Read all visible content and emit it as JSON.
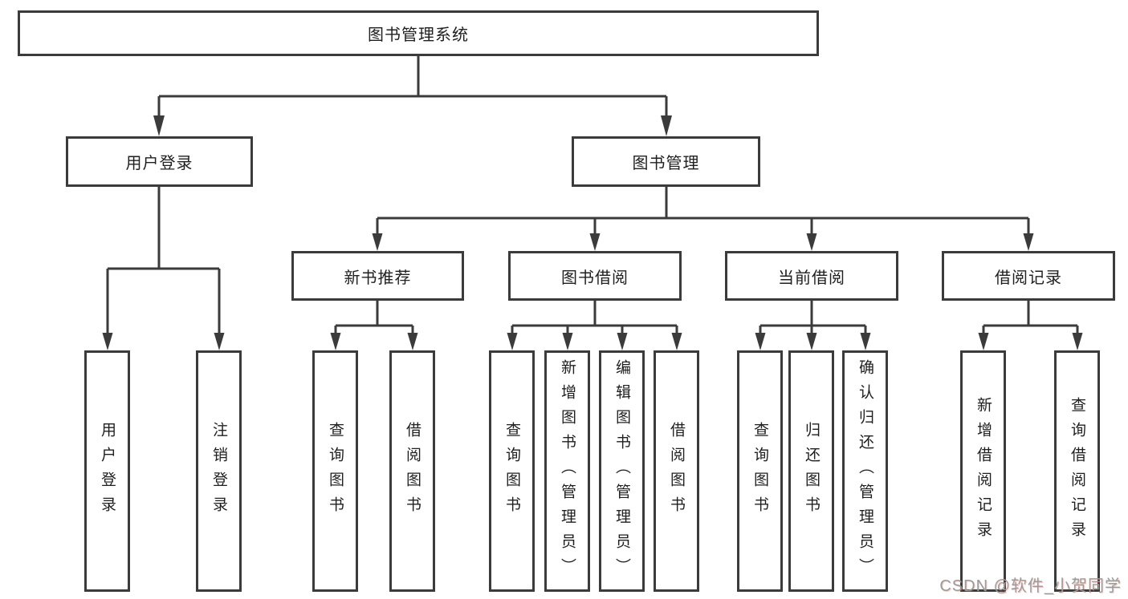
{
  "diagram": {
    "root": {
      "label": "图书管理系统"
    },
    "level2": [
      {
        "label": "用户登录"
      },
      {
        "label": "图书管理"
      }
    ],
    "level3": [
      {
        "label": "新书推荐"
      },
      {
        "label": "图书借阅"
      },
      {
        "label": "当前借阅"
      },
      {
        "label": "借阅记录"
      }
    ],
    "leaves": {
      "user_login": [
        "用户登录",
        "注销登录"
      ],
      "new_books": [
        "查询图书",
        "借阅图书"
      ],
      "book_borrow": [
        "查询图书",
        "新增图书（管理员）",
        "编辑图书（管理员）",
        "借阅图书"
      ],
      "current_borrow": [
        "查询图书",
        "归还图书",
        "确认归还（管理员）"
      ],
      "borrow_records": [
        "新增借阅记录",
        "查询借阅记录"
      ]
    },
    "watermark": "CSDN @软件_小贺同学",
    "colors": {
      "line": "#3b3b3b",
      "text": "#1f1f1f",
      "watermark": "#9b9b9b",
      "background": "#ffffff"
    }
  }
}
